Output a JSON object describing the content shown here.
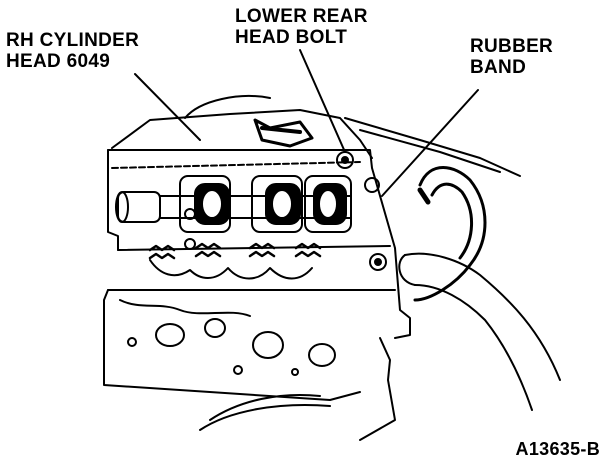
{
  "callouts": {
    "rh_cylinder_head": {
      "line1": "RH CYLINDER",
      "line2": "HEAD 6049"
    },
    "lower_rear_head_bolt": {
      "line1": "LOWER REAR",
      "line2": "HEAD BOLT"
    },
    "rubber_band": {
      "line1": "RUBBER",
      "line2": "BAND"
    }
  },
  "figure_id": "A13635-B",
  "colors": {
    "ink": "#000000",
    "paper": "#ffffff"
  }
}
